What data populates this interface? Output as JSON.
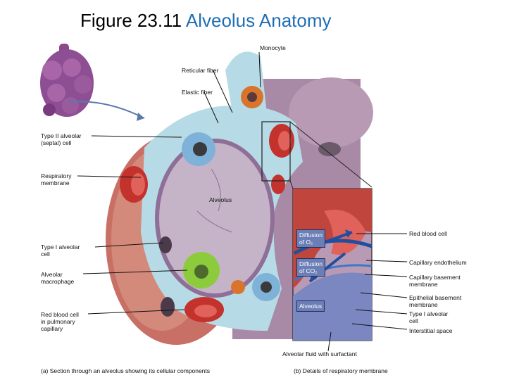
{
  "title": {
    "number": "Figure 23.11",
    "name": "Alveolus Anatomy"
  },
  "labels_left": {
    "type2": "Type II alveolar\n(septal) cell",
    "respiratory_membrane": "Respiratory\nmembrane",
    "type1": "Type I alveolar\ncell",
    "macrophage": "Alveolar\nmacrophage",
    "rbc_capillary": "Red blood cell\nin pulmonary\ncapillary"
  },
  "labels_top": {
    "monocyte": "Monocyte",
    "reticular": "Reticular fiber",
    "elastic": "Elastic fiber"
  },
  "center_label": "Alveolus",
  "inset_boxes": {
    "o2": "Diffusion\nof O₂",
    "co2": "Diffusion\nof CO₂",
    "alveolus": "Alveolus"
  },
  "labels_right": {
    "rbc": "Red blood cell",
    "endothelium": "Capillary endothelium",
    "cap_basement": "Capillary basement\nmembrane",
    "epi_basement": "Epithelial basement\nmembrane",
    "type1": "Type I alveolar\ncell",
    "interstitial": "Interstitial space"
  },
  "fluid_label": "Alveolar fluid with surfactant",
  "captions": {
    "a": "(a) Section through an alveolus showing its cellular components",
    "b": "(b) Details of respiratory membrane"
  }
}
